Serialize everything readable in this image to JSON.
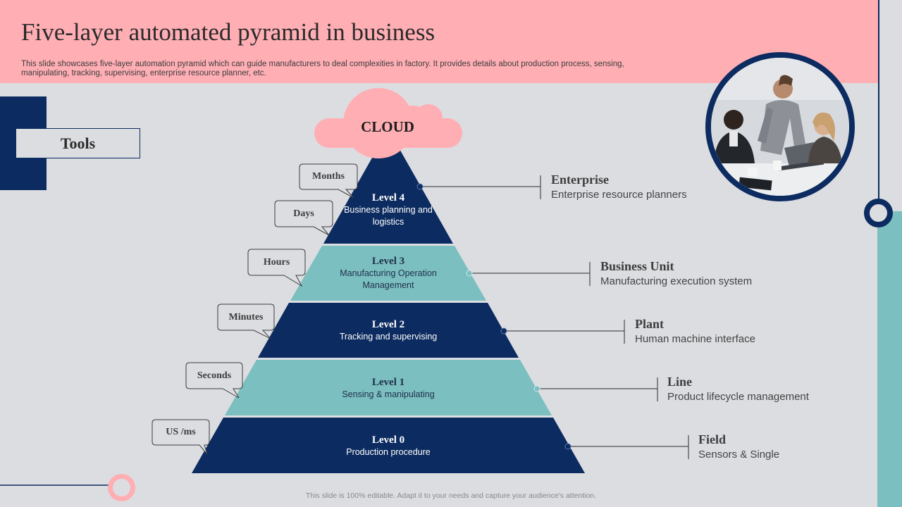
{
  "slide": {
    "title": "Five-layer automated pyramid in business",
    "subtitle": "This slide showcases five-layer automation pyramid which can guide manufacturers to deal complexities in factory. It provides details about production process, sensing, manipulating, tracking, supervising, enterprise resource planner, etc.",
    "tools_label": "Tools",
    "cloud_label": "CLOUD",
    "footer": "This slide is 100% editable. Adapt it to your needs and capture your audience's attention."
  },
  "colors": {
    "navy": "#0c2b60",
    "teal": "#7bbfc0",
    "pink": "#ffaeb4",
    "background": "#dcdde1"
  },
  "levels": [
    {
      "title": "Level 4",
      "desc": "Business planning and logistics",
      "time": "Months",
      "category": "Enterprise",
      "category_desc": "Enterprise resource planners"
    },
    {
      "title": "Level 3",
      "desc": "Manufacturing Operation Management",
      "time": "Hours",
      "category": "Business Unit",
      "category_desc": "Manufacturing execution system"
    },
    {
      "title": "Level 2",
      "desc": "Tracking and supervising",
      "time": "Minutes",
      "category": "Plant",
      "category_desc": "Human machine interface"
    },
    {
      "title": "Level 1",
      "desc": "Sensing & manipulating",
      "time": "Seconds",
      "category": "Line",
      "category_desc": "Product lifecycle management"
    },
    {
      "title": "Level 0",
      "desc": "Production procedure",
      "time": "US /ms",
      "category": "Field",
      "category_desc": "Sensors & Single"
    }
  ],
  "extra_time_labels": [
    "Days"
  ],
  "icons": {
    "photo": "business-team-photo-icon",
    "cloud": "cloud-icon"
  }
}
